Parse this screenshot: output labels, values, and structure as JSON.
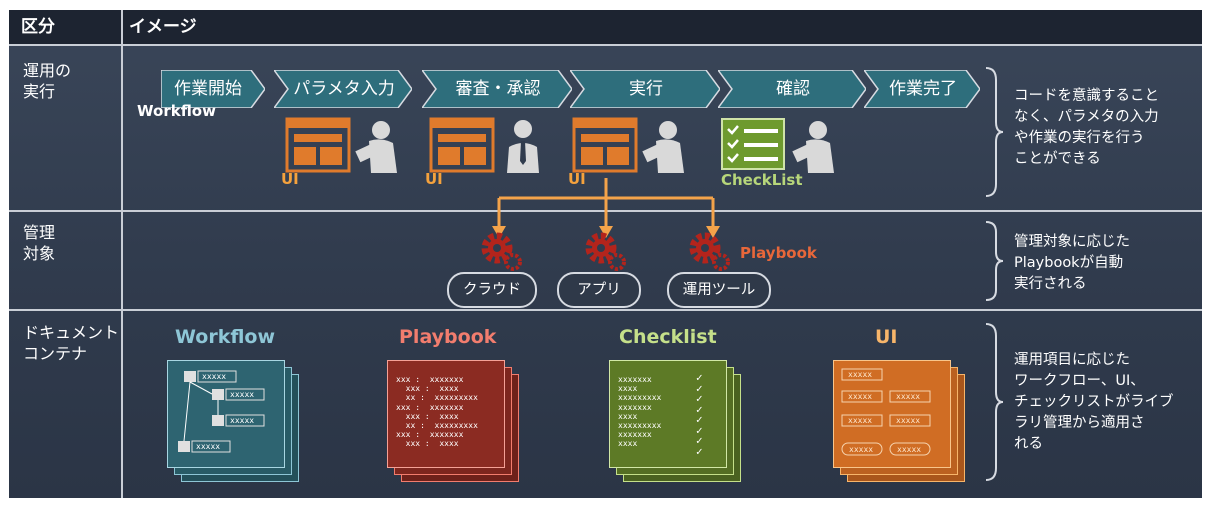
{
  "header": {
    "category": "区分",
    "image": "イメージ"
  },
  "rows": [
    {
      "category": "運用の\n実行",
      "description": "コードを意識すること\nなく、パラメタの入力\nや作業の実行を行う\nことができる"
    },
    {
      "category": "管理\n対象",
      "description": "管理対象に応じた\nPlaybookが自動\n実行される"
    },
    {
      "category": "ドキュメント\nコンテナ",
      "description": "運用項目に応じた\nワークフロー、UI、\nチェックリストがライブ\nラリ管理から適用さ\nれる"
    }
  ],
  "workflow": {
    "label": "Workflow",
    "steps": [
      "作業開始",
      "パラメタ入力",
      "審査・承認",
      "実行",
      "確認",
      "作業完了"
    ],
    "ui_labels": [
      "UI",
      "UI",
      "UI"
    ],
    "checklist_label": "CheckList"
  },
  "targets": {
    "playbook_label": "Playbook",
    "items": [
      "クラウド",
      "アプリ",
      "運用ツール"
    ]
  },
  "documents": {
    "titles": [
      "Workflow",
      "Playbook",
      "Checklist",
      "UI"
    ],
    "workflow_boxes": [
      "xxxxx",
      "xxxxx",
      "xxxxx",
      "xxxxx"
    ],
    "playbook_lines": "xxx :  xxxxxxx\n  xxx :  xxxx\n  xx :  xxxxxxxxx\nxxx :  xxxxxxx\n  xxx :  xxxx\n  xx :  xxxxxxxxx\nxxx :  xxxxxxx\n  xxx :  xxxx",
    "checklist_lines": "xxxxxxx\nxxxx\nxxxxxxxxx\nxxxxxxx\nxxxx\nxxxxxxxxx\nxxxxxxx\nxxxx",
    "ui_boxes": [
      "xxxxx",
      "xxxxx",
      "xxxxx",
      "xxxxx",
      "xxxxx",
      "xxxxx",
      "xxxxx"
    ]
  },
  "colors": {
    "chevron": "#2e6e7c",
    "ui_orange": "#e07b2c",
    "checklist_green": "#6e9a2e",
    "gear_red": "#b3241c",
    "arrow_orange": "#f4a34a",
    "workflow_doc": "#2e6471",
    "playbook_doc": "#8b2b22",
    "checklist_doc": "#5d7a26",
    "ui_doc": "#d06d24"
  }
}
